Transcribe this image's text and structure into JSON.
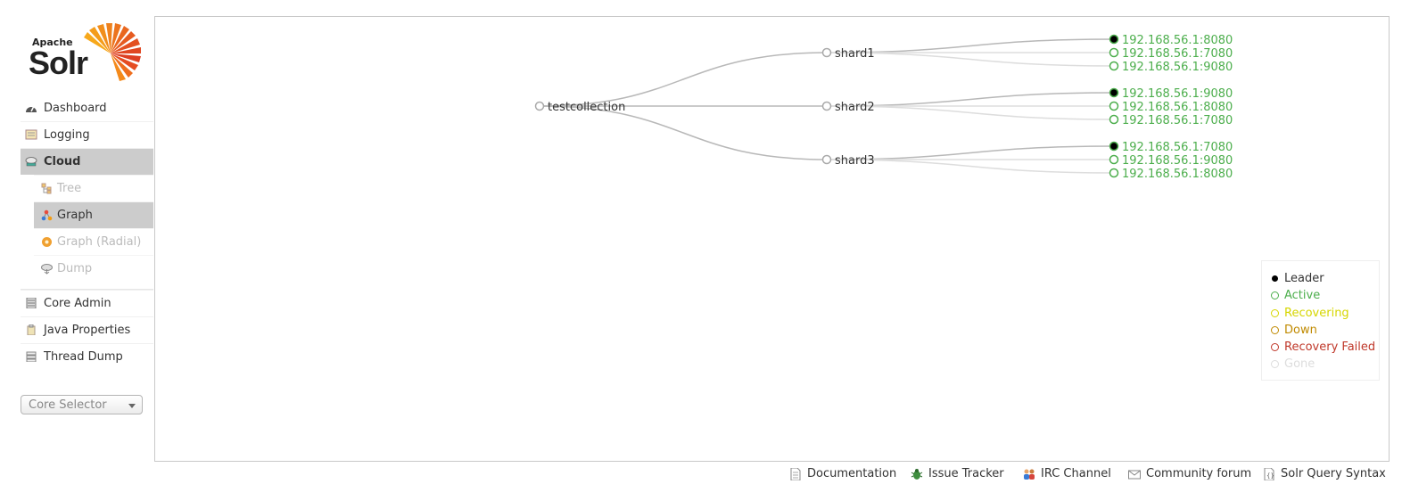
{
  "logo": {
    "apache": "Apache",
    "solr": "Solr"
  },
  "sidebar": {
    "items": [
      {
        "label": "Dashboard",
        "icon": "dashboard-icon"
      },
      {
        "label": "Logging",
        "icon": "logging-icon"
      },
      {
        "label": "Cloud",
        "icon": "cloud-icon",
        "active": true
      }
    ],
    "cloud_sub": [
      {
        "label": "Tree",
        "icon": "tree-icon"
      },
      {
        "label": "Graph",
        "icon": "graph-icon",
        "active": true
      },
      {
        "label": "Graph (Radial)",
        "icon": "graph-radial-icon"
      },
      {
        "label": "Dump",
        "icon": "dump-icon"
      }
    ],
    "items2": [
      {
        "label": "Core Admin",
        "icon": "core-admin-icon"
      },
      {
        "label": "Java Properties",
        "icon": "java-properties-icon"
      },
      {
        "label": "Thread Dump",
        "icon": "thread-dump-icon"
      }
    ],
    "core_selector": "Core Selector"
  },
  "graph": {
    "collection": "testcollection",
    "shards": [
      {
        "name": "shard1",
        "replicas": [
          {
            "address": "192.168.56.1:8080",
            "leader": true
          },
          {
            "address": "192.168.56.1:7080",
            "leader": false
          },
          {
            "address": "192.168.56.1:9080",
            "leader": false
          }
        ]
      },
      {
        "name": "shard2",
        "replicas": [
          {
            "address": "192.168.56.1:9080",
            "leader": true
          },
          {
            "address": "192.168.56.1:8080",
            "leader": false
          },
          {
            "address": "192.168.56.1:7080",
            "leader": false
          }
        ]
      },
      {
        "name": "shard3",
        "replicas": [
          {
            "address": "192.168.56.1:7080",
            "leader": true
          },
          {
            "address": "192.168.56.1:9080",
            "leader": false
          },
          {
            "address": "192.168.56.1:8080",
            "leader": false
          }
        ]
      }
    ]
  },
  "legend": [
    {
      "label": "Leader",
      "color": "#000000",
      "filled": true
    },
    {
      "label": "Active",
      "color": "#4cae4c"
    },
    {
      "label": "Recovering",
      "color": "#d6d600"
    },
    {
      "label": "Down",
      "color": "#c08a00"
    },
    {
      "label": "Recovery Failed",
      "color": "#c0392b"
    },
    {
      "label": "Gone",
      "color": "#dddddd"
    }
  ],
  "footer": [
    {
      "label": "Documentation",
      "icon": "documentation-icon"
    },
    {
      "label": "Issue Tracker",
      "icon": "bug-icon"
    },
    {
      "label": "IRC Channel",
      "icon": "irc-icon"
    },
    {
      "label": "Community forum",
      "icon": "mail-icon"
    },
    {
      "label": "Solr Query Syntax",
      "icon": "query-syntax-icon"
    }
  ],
  "colors": {
    "active": "#4cae4c",
    "leader": "#000000",
    "link": "#bbbbbb",
    "nav_active": "#cccccc"
  }
}
